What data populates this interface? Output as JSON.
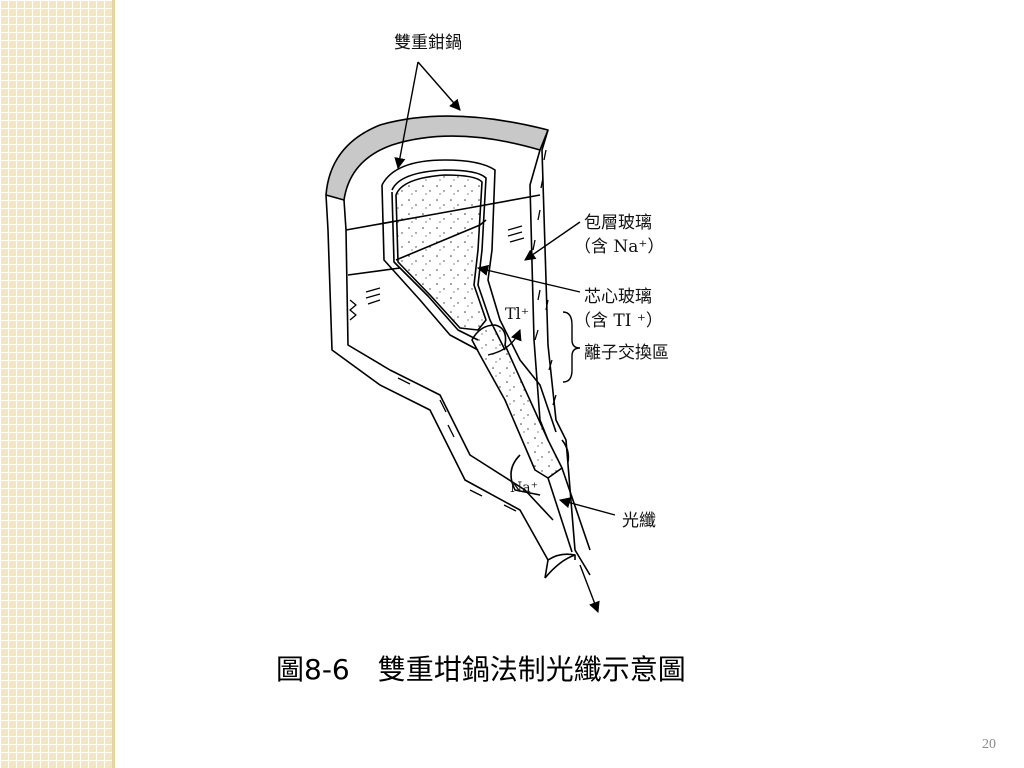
{
  "labels": {
    "crucible": "雙重鉗鍋",
    "cladding_line1": "包層玻璃",
    "cladding_line2": "（含  Na⁺）",
    "core_line1": "芯心玻璃",
    "core_line2": "（含  TI ⁺）",
    "ion_exchange": "離子交換區",
    "fiber": "光纖",
    "tl_ion": "Tl⁺",
    "na_ion": "Na⁺"
  },
  "caption": "圖8-6　雙重坩鍋法制光纖示意圖",
  "page_number": "20",
  "colors": {
    "sidebar": "#f3e6c4",
    "line": "#000000",
    "rim": "#c8c8c8"
  }
}
